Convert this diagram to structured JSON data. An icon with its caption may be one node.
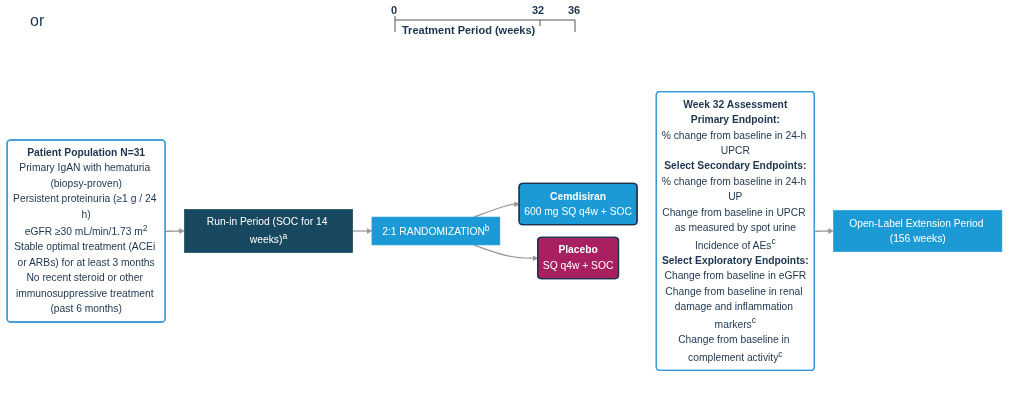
{
  "diagram": {
    "nodes": [
      {
        "text": [
          "Patient Population N=31",
          "Primary IgAN with hematuria (biopsy-proven)",
          "Persistent proteinuria (≥1 g / 24 h)",
          "eGFR ≥30 mL/min/1.73 m$^{2}$",
          "Stable optimal treatment (ACEi or ARBs) for at least 3 months",
          "No recent steroid or other immunosuppressive treatment (past 6 months)"
        ]
      },
      {
        "text": [
          "Run-in Period (SOC for 14 weeks)$^{a}$"
        ]
      },
      {
        "text": [
          "2:1 RANDOMIZATION$^{b}$"
        ]
      },
      {
        "text": [
          "Cemdisiran",
          "600 mg SQ q4w + SOC"
        ]
      },
      {
        "text": [
          "Placebo",
          "SQ q4w + SOC"
        ]
      },
      {
        "text": [
          "Week 32 Assessment",
          "Primary Endpoint:",
          "% change from baseline in 24-h UPCR",
          "Select Secondary Endpoints:",
          "% change from baseline in 24-h UP",
          "Change from baseline in UPCR as measured by spot urine",
          "Incidence of AEs$^{c}$",
          "Select Exploratory Endpoints:",
          "Change from baseline in eGFR",
          "Change from baseline in renal damage and inflammation markers$^{c}$",
          "Change from baseline in complement activity$^{c}$"
        ]
      },
      {
        "text": [
          "Open-Label Extension Period (156 weeks)"
        ]
      }
    ],
    "edges": [
      {
        "from": 0,
        "to": 1,
        "arrow": "to"
      },
      {
        "from": 1,
        "to": 2,
        "arrow": "to"
      },
      {
        "from": 2,
        "to": 3,
        "arrow": "to"
      },
      {
        "from": 2,
        "to": 4,
        "arrow": "to"
      },
      {
        "from": 5,
        "to": 6,
        "arrow": "to"
      }
    ],
    "labels": [
      "0",
      "32",
      "36",
      "Treatment Period (weeks)",
      "or"
    ]
  }
}
